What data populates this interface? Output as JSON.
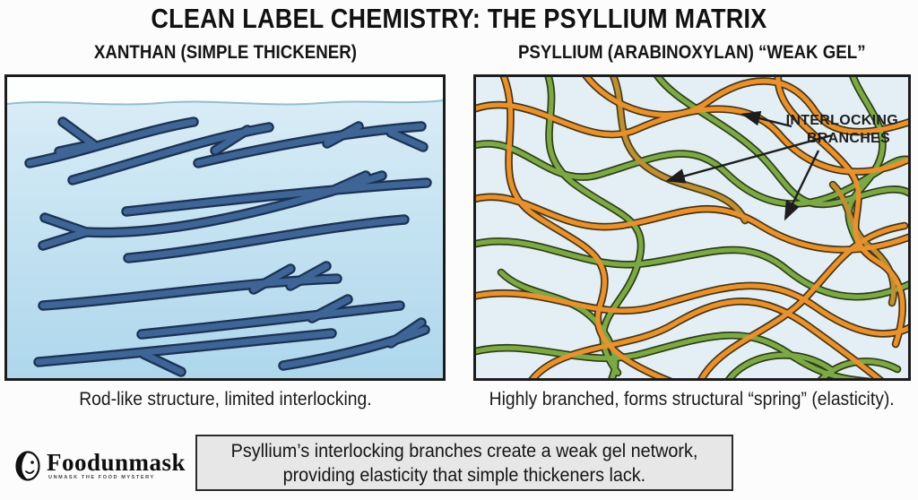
{
  "title": "CLEAN LABEL CHEMISTRY: THE PSYLLIUM MATRIX",
  "panels": {
    "left": {
      "heading": "XANTHAN (SIMPLE THICKENER)",
      "caption": "Rod-like structure, limited interlocking."
    },
    "right": {
      "heading": "PSYLLIUM (ARABINOXYLAN) “WEAK GEL”",
      "caption": "Highly branched, forms structural “spring” (elasticity).",
      "annotation": {
        "line1": "INTERLOCKING",
        "line2": "BRANCHES"
      }
    }
  },
  "footer": {
    "note_line1": "Psyllium’s interlocking branches create a weak gel network,",
    "note_line2": "providing elasticity that simple thickeners lack.",
    "logo": {
      "name": "Foodunmask",
      "tagline": "UNMASK THE FOOD MYSTERY"
    }
  },
  "colors": {
    "page_bg": "#fcfcfc",
    "panel_border": "#1c1c1c",
    "rod_fill": "#3E6596",
    "rod_outline": "#1B3254",
    "water_top": "#dceef7",
    "water_bottom": "#aed7ec",
    "surface_line": "#93bdd1",
    "mesh_bg": "#e3eff5",
    "orange": "#E8912F",
    "olive": "#BE8F33",
    "green": "#7CA946",
    "note_bg": "#e7e7e7",
    "text": "#161616"
  }
}
